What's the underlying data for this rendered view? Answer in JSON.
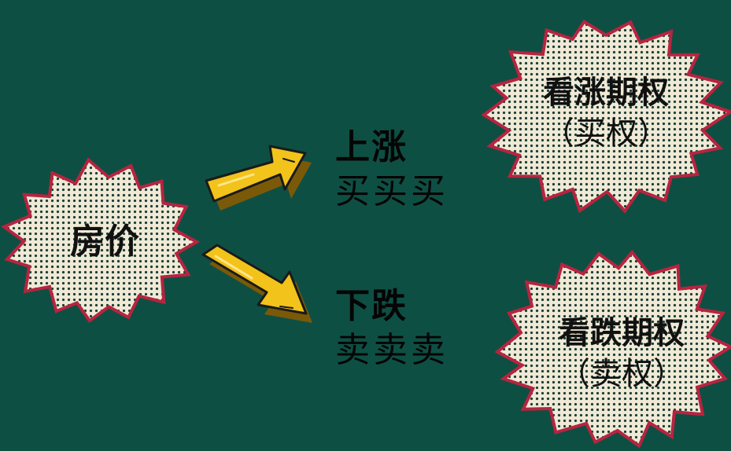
{
  "center": {
    "label": "房价"
  },
  "up": {
    "line1": "上涨",
    "line2": "买买买"
  },
  "down": {
    "line1": "下跌",
    "line2": "卖卖卖"
  },
  "call": {
    "line1": "看涨期权",
    "line2": "（买权）"
  },
  "put": {
    "line1": "看跌期权",
    "line2": "（卖权）"
  },
  "colors": {
    "background": "#0e4f44",
    "burst_fill": "#efe9d6",
    "burst_outline": "#b7243f",
    "arrow_fill": "#f2c31a",
    "text": "#111111"
  }
}
